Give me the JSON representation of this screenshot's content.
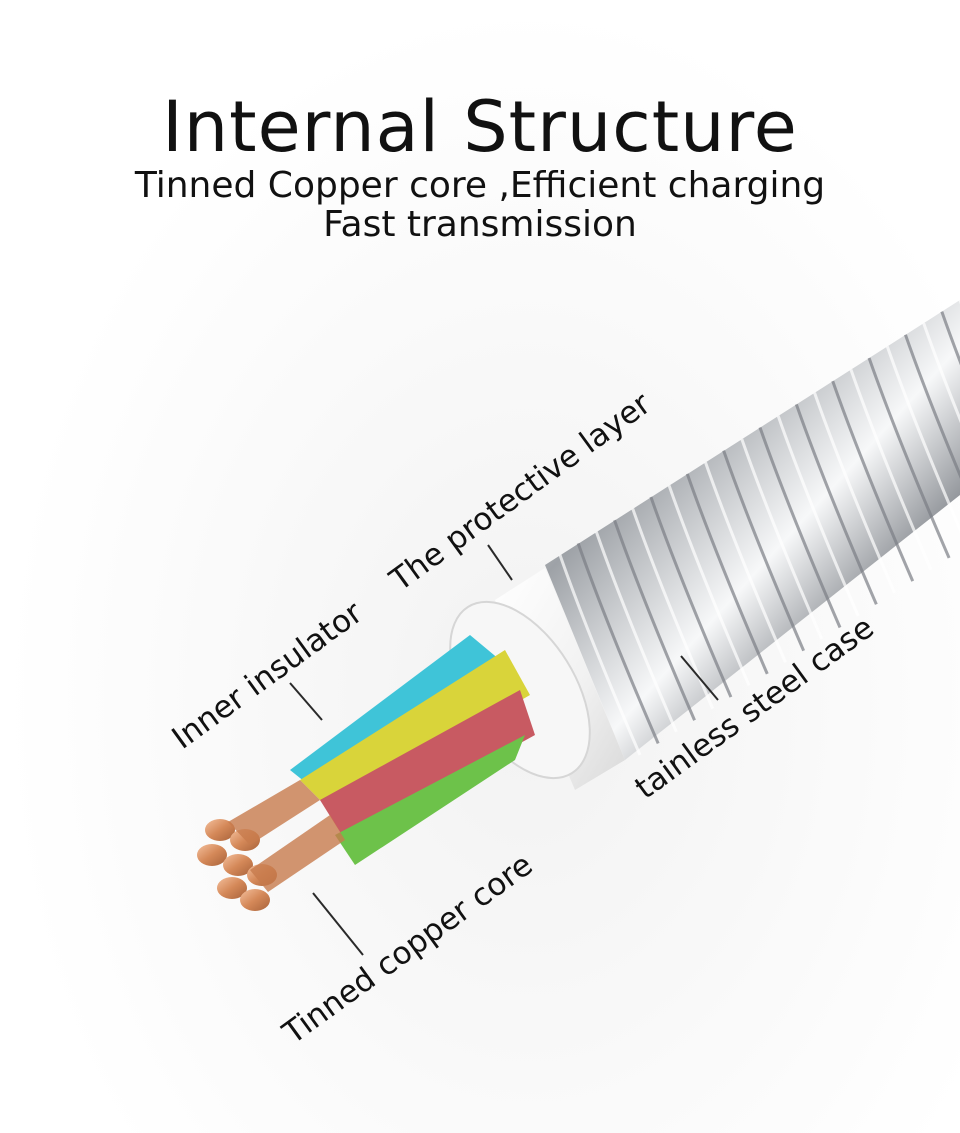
{
  "header": {
    "title": "Internal Structure",
    "subtitle_line1": "Tinned Copper core ,Efficient charging",
    "subtitle_line2": "Fast transmission"
  },
  "labels": {
    "protective_layer": "The protective layer",
    "inner_insulator": "Inner insulator",
    "steel_case": "tainless steel case",
    "copper_core": "Tinned copper core"
  },
  "colors": {
    "steel": "#b9bcc0",
    "protective_layer": "#f4f4f4",
    "wire_cyan": "#3fc4d8",
    "wire_yellow": "#d9d43a",
    "wire_red": "#c85a62",
    "wire_green": "#6dc24a",
    "copper": "#d9906a"
  }
}
